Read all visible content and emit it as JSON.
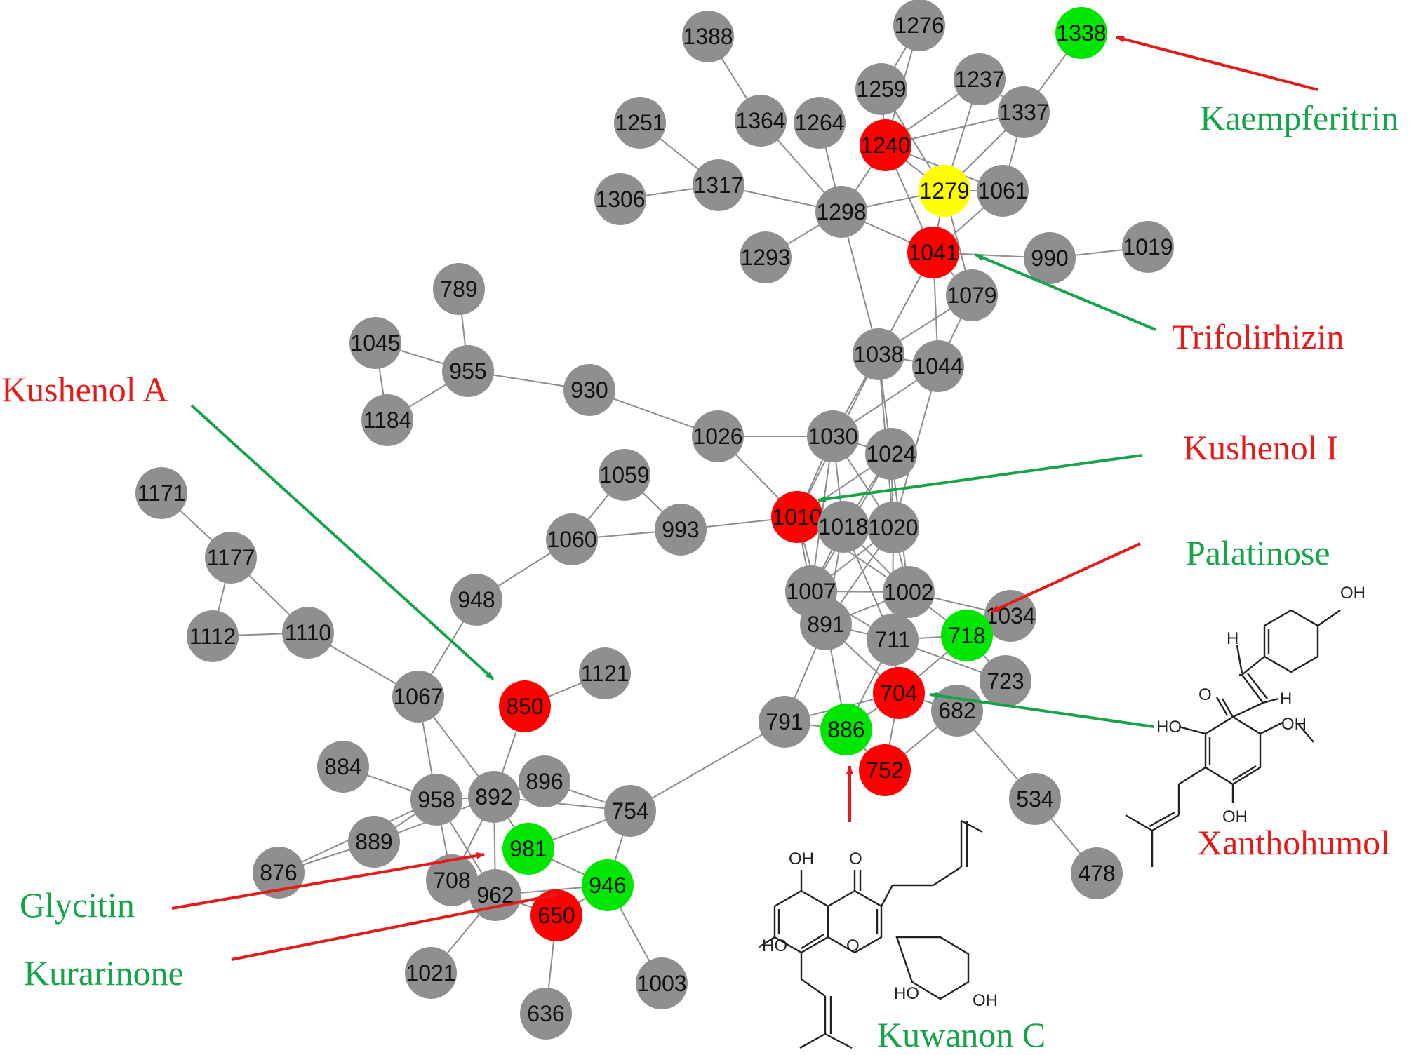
{
  "colors": {
    "gray": "#8f8f8f",
    "red": "#ff0000",
    "green": "#00e600",
    "yellow": "#ffff00",
    "label_red": "#e51a1a",
    "label_green": "#17a34a",
    "arrow_red": "#e51a1a",
    "arrow_green": "#17a34a"
  },
  "network": {
    "nodes": [
      {
        "id": "1388",
        "color": "gray"
      },
      {
        "id": "1276",
        "color": "gray"
      },
      {
        "id": "1338",
        "color": "green"
      },
      {
        "id": "1259",
        "color": "gray"
      },
      {
        "id": "1237",
        "color": "gray"
      },
      {
        "id": "1337",
        "color": "gray"
      },
      {
        "id": "1251",
        "color": "gray"
      },
      {
        "id": "1364",
        "color": "gray"
      },
      {
        "id": "1264",
        "color": "gray"
      },
      {
        "id": "1240",
        "color": "red"
      },
      {
        "id": "1279",
        "color": "yellow"
      },
      {
        "id": "1061",
        "color": "gray"
      },
      {
        "id": "1306",
        "color": "gray"
      },
      {
        "id": "1317",
        "color": "gray"
      },
      {
        "id": "1298",
        "color": "gray"
      },
      {
        "id": "1293",
        "color": "gray"
      },
      {
        "id": "1041",
        "color": "red"
      },
      {
        "id": "990",
        "color": "gray"
      },
      {
        "id": "1019",
        "color": "gray"
      },
      {
        "id": "1079",
        "color": "gray"
      },
      {
        "id": "789",
        "color": "gray"
      },
      {
        "id": "1045",
        "color": "gray"
      },
      {
        "id": "955",
        "color": "gray"
      },
      {
        "id": "930",
        "color": "gray"
      },
      {
        "id": "1038",
        "color": "gray"
      },
      {
        "id": "1044",
        "color": "gray"
      },
      {
        "id": "1184",
        "color": "gray"
      },
      {
        "id": "1026",
        "color": "gray"
      },
      {
        "id": "1030",
        "color": "gray"
      },
      {
        "id": "1024",
        "color": "gray"
      },
      {
        "id": "1171",
        "color": "gray"
      },
      {
        "id": "1059",
        "color": "gray"
      },
      {
        "id": "993",
        "color": "gray"
      },
      {
        "id": "1060",
        "color": "gray"
      },
      {
        "id": "1010",
        "color": "red"
      },
      {
        "id": "1018",
        "color": "gray"
      },
      {
        "id": "1020",
        "color": "gray"
      },
      {
        "id": "1177",
        "color": "gray"
      },
      {
        "id": "948",
        "color": "gray"
      },
      {
        "id": "1007",
        "color": "gray"
      },
      {
        "id": "1002",
        "color": "gray"
      },
      {
        "id": "1034",
        "color": "gray"
      },
      {
        "id": "1112",
        "color": "gray"
      },
      {
        "id": "1110",
        "color": "gray"
      },
      {
        "id": "891",
        "color": "gray"
      },
      {
        "id": "711",
        "color": "gray"
      },
      {
        "id": "718",
        "color": "green"
      },
      {
        "id": "1121",
        "color": "gray"
      },
      {
        "id": "723",
        "color": "gray"
      },
      {
        "id": "1067",
        "color": "gray"
      },
      {
        "id": "850",
        "color": "red"
      },
      {
        "id": "704",
        "color": "red"
      },
      {
        "id": "682",
        "color": "gray"
      },
      {
        "id": "791",
        "color": "gray"
      },
      {
        "id": "886",
        "color": "green"
      },
      {
        "id": "884",
        "color": "gray"
      },
      {
        "id": "752",
        "color": "red"
      },
      {
        "id": "896",
        "color": "gray"
      },
      {
        "id": "958",
        "color": "gray"
      },
      {
        "id": "892",
        "color": "gray"
      },
      {
        "id": "534",
        "color": "gray"
      },
      {
        "id": "754",
        "color": "gray"
      },
      {
        "id": "889",
        "color": "gray"
      },
      {
        "id": "981",
        "color": "green"
      },
      {
        "id": "876",
        "color": "gray"
      },
      {
        "id": "708",
        "color": "gray"
      },
      {
        "id": "946",
        "color": "green"
      },
      {
        "id": "962",
        "color": "gray"
      },
      {
        "id": "478",
        "color": "gray"
      },
      {
        "id": "650",
        "color": "red"
      },
      {
        "id": "1021",
        "color": "gray"
      },
      {
        "id": "1003",
        "color": "gray"
      },
      {
        "id": "636",
        "color": "gray"
      }
    ],
    "edges": [
      [
        "1388",
        "1364"
      ],
      [
        "1364",
        "1298"
      ],
      [
        "1264",
        "1298"
      ],
      [
        "1251",
        "1317"
      ],
      [
        "1306",
        "1317"
      ],
      [
        "1317",
        "1298"
      ],
      [
        "1293",
        "1298"
      ],
      [
        "1298",
        "1240"
      ],
      [
        "1298",
        "1279"
      ],
      [
        "1298",
        "1041"
      ],
      [
        "1298",
        "1038"
      ],
      [
        "1276",
        "1240"
      ],
      [
        "1276",
        "1259"
      ],
      [
        "1259",
        "1240"
      ],
      [
        "1259",
        "1279"
      ],
      [
        "1240",
        "1337"
      ],
      [
        "1240",
        "1237"
      ],
      [
        "1240",
        "1279"
      ],
      [
        "1240",
        "1041"
      ],
      [
        "1240",
        "1061"
      ],
      [
        "1237",
        "1279"
      ],
      [
        "1237",
        "1337"
      ],
      [
        "1338",
        "1337"
      ],
      [
        "1337",
        "1279"
      ],
      [
        "1337",
        "1061"
      ],
      [
        "1279",
        "1041"
      ],
      [
        "1279",
        "1061"
      ],
      [
        "1279",
        "1079"
      ],
      [
        "1061",
        "1041"
      ],
      [
        "1041",
        "990"
      ],
      [
        "990",
        "1019"
      ],
      [
        "1041",
        "1079"
      ],
      [
        "1041",
        "1038"
      ],
      [
        "1041",
        "1044"
      ],
      [
        "1079",
        "1038"
      ],
      [
        "1079",
        "1044"
      ],
      [
        "1038",
        "1044"
      ],
      [
        "1038",
        "1030"
      ],
      [
        "1038",
        "1024"
      ],
      [
        "1038",
        "1010"
      ],
      [
        "1038",
        "1020"
      ],
      [
        "1044",
        "1030"
      ],
      [
        "1044",
        "1020"
      ],
      [
        "789",
        "955"
      ],
      [
        "1045",
        "955"
      ],
      [
        "1045",
        "1184"
      ],
      [
        "1184",
        "955"
      ],
      [
        "955",
        "930"
      ],
      [
        "930",
        "1026"
      ],
      [
        "1026",
        "1030"
      ],
      [
        "1026",
        "1010"
      ],
      [
        "1030",
        "1024"
      ],
      [
        "1030",
        "1010"
      ],
      [
        "1030",
        "1018"
      ],
      [
        "1030",
        "1007"
      ],
      [
        "1030",
        "1020"
      ],
      [
        "1024",
        "1010"
      ],
      [
        "1024",
        "1020"
      ],
      [
        "1024",
        "1018"
      ],
      [
        "1024",
        "1002"
      ],
      [
        "1024",
        "1007"
      ],
      [
        "1059",
        "1060"
      ],
      [
        "1059",
        "993"
      ],
      [
        "1060",
        "993"
      ],
      [
        "993",
        "1010"
      ],
      [
        "1060",
        "948"
      ],
      [
        "948",
        "1067"
      ],
      [
        "1010",
        "1018"
      ],
      [
        "1010",
        "1007"
      ],
      [
        "1010",
        "1002"
      ],
      [
        "1010",
        "891"
      ],
      [
        "1018",
        "1020"
      ],
      [
        "1018",
        "1007"
      ],
      [
        "1018",
        "1002"
      ],
      [
        "1018",
        "891"
      ],
      [
        "1018",
        "711"
      ],
      [
        "1020",
        "1002"
      ],
      [
        "1020",
        "1007"
      ],
      [
        "1020",
        "711"
      ],
      [
        "1020",
        "891"
      ],
      [
        "1007",
        "1002"
      ],
      [
        "1007",
        "891"
      ],
      [
        "1007",
        "711"
      ],
      [
        "1002",
        "1034"
      ],
      [
        "1002",
        "711"
      ],
      [
        "1002",
        "718"
      ],
      [
        "1002",
        "891"
      ],
      [
        "1171",
        "1177"
      ],
      [
        "1177",
        "1112"
      ],
      [
        "1177",
        "1110"
      ],
      [
        "1112",
        "1110"
      ],
      [
        "1110",
        "1067"
      ],
      [
        "891",
        "711"
      ],
      [
        "891",
        "704"
      ],
      [
        "891",
        "791"
      ],
      [
        "891",
        "886"
      ],
      [
        "711",
        "718"
      ],
      [
        "711",
        "704"
      ],
      [
        "711",
        "886"
      ],
      [
        "711",
        "723"
      ],
      [
        "718",
        "1034"
      ],
      [
        "718",
        "704"
      ],
      [
        "718",
        "723"
      ],
      [
        "704",
        "886"
      ],
      [
        "704",
        "752"
      ],
      [
        "704",
        "682"
      ],
      [
        "704",
        "791"
      ],
      [
        "682",
        "752"
      ],
      [
        "682",
        "534"
      ],
      [
        "534",
        "478"
      ],
      [
        "791",
        "886"
      ],
      [
        "791",
        "754"
      ],
      [
        "886",
        "752"
      ],
      [
        "1121",
        "850"
      ],
      [
        "850",
        "892"
      ],
      [
        "1067",
        "958"
      ],
      [
        "1067",
        "892"
      ],
      [
        "884",
        "958"
      ],
      [
        "958",
        "892"
      ],
      [
        "958",
        "889"
      ],
      [
        "958",
        "876"
      ],
      [
        "958",
        "708"
      ],
      [
        "958",
        "962"
      ],
      [
        "892",
        "896"
      ],
      [
        "892",
        "754"
      ],
      [
        "892",
        "708"
      ],
      [
        "892",
        "962"
      ],
      [
        "892",
        "981"
      ],
      [
        "896",
        "754"
      ],
      [
        "889",
        "876"
      ],
      [
        "889",
        "892"
      ],
      [
        "754",
        "946"
      ],
      [
        "754",
        "981"
      ],
      [
        "981",
        "946"
      ],
      [
        "946",
        "962"
      ],
      [
        "946",
        "650"
      ],
      [
        "946",
        "1003"
      ],
      [
        "962",
        "650"
      ],
      [
        "962",
        "1021"
      ],
      [
        "650",
        "636"
      ],
      [
        "708",
        "962"
      ]
    ]
  },
  "annotations": [
    {
      "text": "Kaempferitrin",
      "color": "label_green"
    },
    {
      "text": "Trifolirhizin",
      "color": "label_red"
    },
    {
      "text": "Kushenol A",
      "color": "label_red"
    },
    {
      "text": "Kushenol I",
      "color": "label_red"
    },
    {
      "text": "Palatinose",
      "color": "label_green"
    },
    {
      "text": "Xanthohumol",
      "color": "label_red"
    },
    {
      "text": "Glycitin",
      "color": "label_green"
    },
    {
      "text": "Kurarinone",
      "color": "label_green"
    },
    {
      "text": "Kuwanon C",
      "color": "label_green"
    }
  ],
  "structures": {
    "xanthohumol": {
      "atoms": [
        "OH",
        "H",
        "O",
        "H",
        "HO",
        "OH"
      ]
    },
    "kuwanon_c": {
      "atoms": [
        "OH",
        "O",
        "HO",
        "O",
        "HO",
        "OH"
      ]
    }
  }
}
